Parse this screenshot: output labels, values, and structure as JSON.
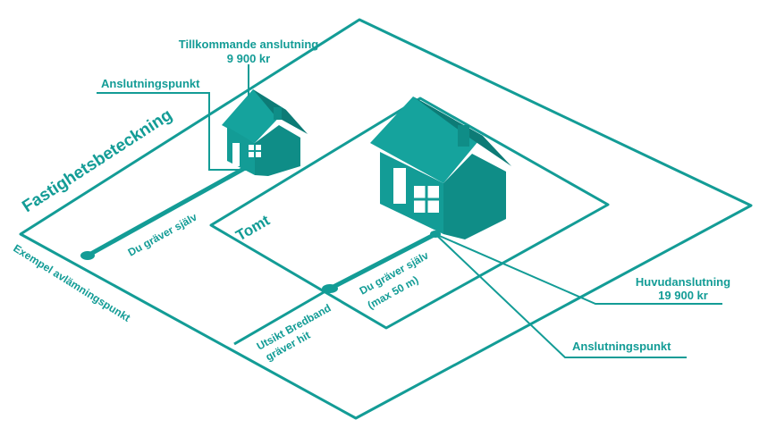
{
  "colors": {
    "accent": "#139c96",
    "accent_dark": "#0d7b76",
    "background": "#ffffff"
  },
  "labels": {
    "tillkommande_title": "Tillkommande anslutning",
    "tillkommande_price": "9 900 kr",
    "anslutningspunkt_top": "Anslutningspunkt",
    "fastighetsbeteckning": "Fastighetsbeteckning",
    "tomt": "Tomt",
    "du_graver_sjalv_1": "Du gräver själv",
    "du_graver_sjalv_2": "Du gräver själv",
    "max_50m": "(max 50 m)",
    "exempel_avlamningspunkt": "Exempel avlämningspunkt",
    "utsikt_line1": "Utsikt Bredband",
    "utsikt_line2": "gräver hit",
    "huvudanslutning_title": "Huvudanslutning",
    "huvudanslutning_price": "19 900 kr",
    "anslutningspunkt_bottom": "Anslutningspunkt"
  },
  "icons": [
    "house-small-icon",
    "house-large-icon",
    "connection-point-icon"
  ]
}
